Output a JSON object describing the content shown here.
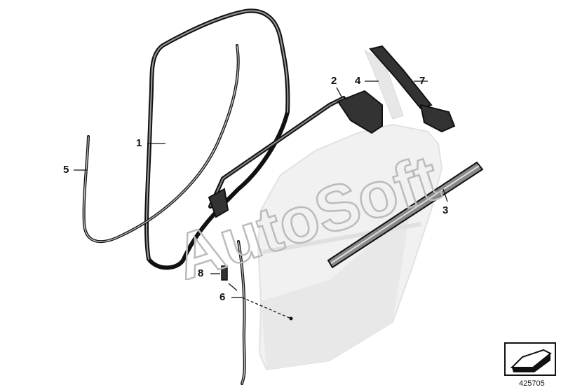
{
  "diagram": {
    "callouts": [
      {
        "id": "1",
        "label": "1"
      },
      {
        "id": "2",
        "label": "2"
      },
      {
        "id": "3",
        "label": "3"
      },
      {
        "id": "4",
        "label": "4"
      },
      {
        "id": "5",
        "label": "5"
      },
      {
        "id": "6",
        "label": "6"
      },
      {
        "id": "7",
        "label": "7"
      },
      {
        "id": "8",
        "label": "8"
      }
    ],
    "diagram_number": "425705",
    "watermark_text": "AutoSoft"
  },
  "colors": {
    "line": "#111111",
    "door_fill": "#f3f3f3",
    "door_shade": "#e4e4e4"
  }
}
